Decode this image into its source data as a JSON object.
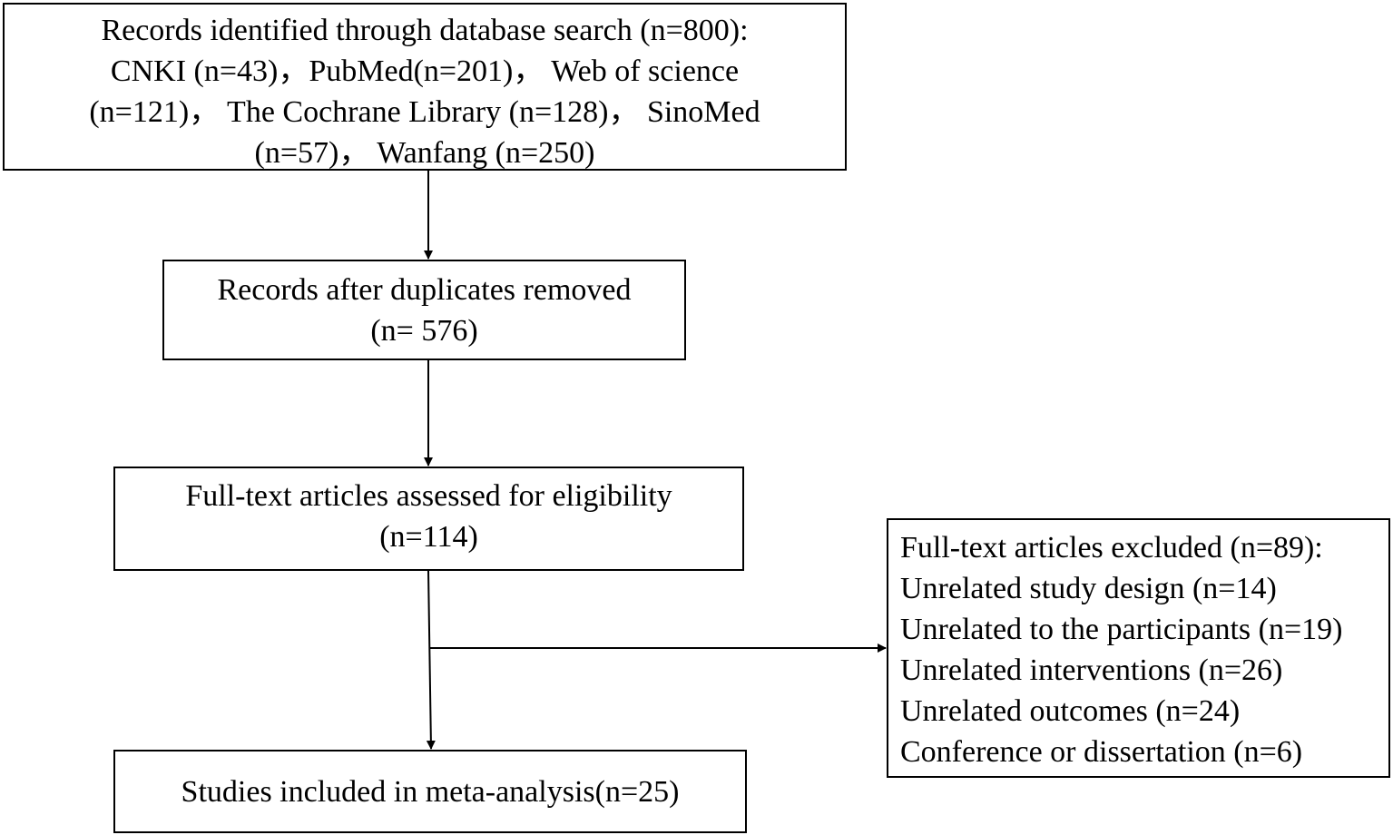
{
  "flowchart": {
    "search": {
      "lines": [
        "Records identified through database search (n=800):",
        "CNKI (n=43)，PubMed(n=201)， Web of science",
        "(n=121)， The Cochrane Library (n=128)， SinoMed",
        "(n=57)， Wanfang (n=250)"
      ]
    },
    "dedup": {
      "lines": [
        "Records after duplicates removed",
        "(n= 576)"
      ]
    },
    "fulltext": {
      "lines": [
        "Full-text articles assessed for eligibility",
        "(n=114)"
      ]
    },
    "excluded": {
      "lines": [
        "Full-text articles excluded (n=89):",
        "Unrelated study design (n=14)",
        "Unrelated to the participants (n=19)",
        "Unrelated interventions (n=26)",
        "Unrelated outcomes (n=24)",
        "Conference or dissertation (n=6)"
      ]
    },
    "included": {
      "lines": [
        "Studies included in meta-analysis(n=25)"
      ]
    }
  },
  "colors": {
    "stroke": "#000000",
    "background": "#ffffff"
  }
}
